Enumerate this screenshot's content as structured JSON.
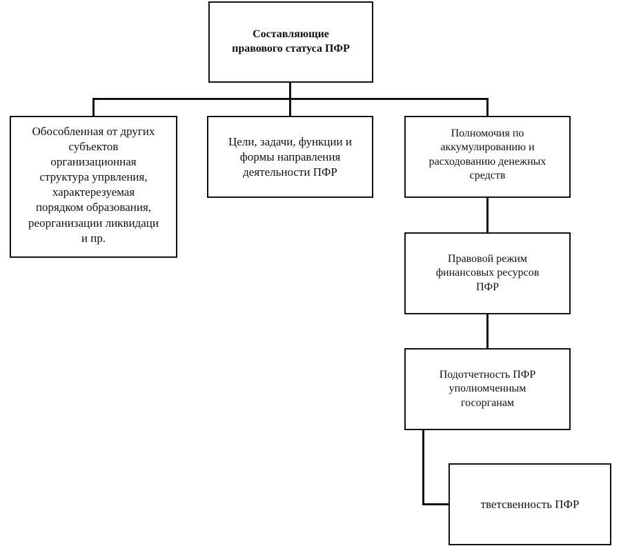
{
  "diagram": {
    "title": "Составляющие правового статуса ПФР",
    "nodes": {
      "root": "Составляющие\nправового статуса ПФР",
      "structure": "Обособленная от других\nсубъектов\nорганизационная\nструктура упрвления,\nхарактерезуемая\nпорядком образования,\nреорганизации ликвидаци\nи пр.",
      "goals": "Цели, задачи, функции и\nформы направления\nдеятельности ПФР",
      "powers": "Полномочия по\nаккумулированию и\nрасходованию денежных\nсредств",
      "regime": "Правовой режим\nфинансовых ресурсов\nПФР",
      "accountability": "Подотчетность ПФР\nуполномченным\nгосорганам",
      "responsibility": "тветсвенность ПФР"
    },
    "colors": {
      "border": "#111111",
      "background": "#ffffff",
      "text": "#111111"
    }
  }
}
